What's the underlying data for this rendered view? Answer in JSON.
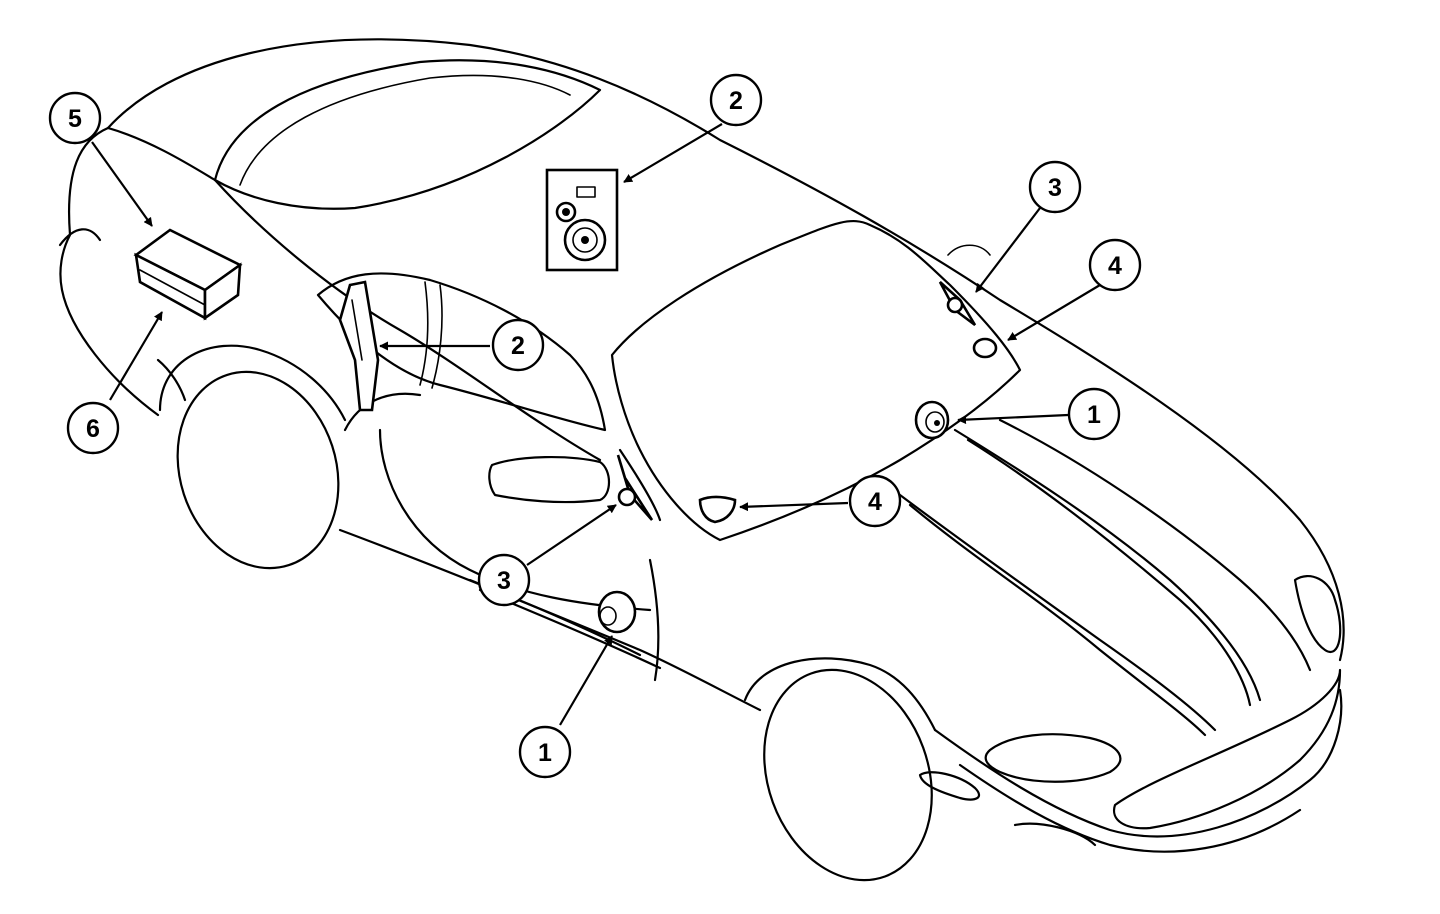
{
  "callouts": {
    "c5_trunk": "5",
    "c6_trunk": "6",
    "c2_top": "2",
    "c2_door": "2",
    "c3_right": "3",
    "c4_right": "4",
    "c1_right": "1",
    "c4_dash": "4",
    "c3_left": "3",
    "c1_left": "1"
  }
}
